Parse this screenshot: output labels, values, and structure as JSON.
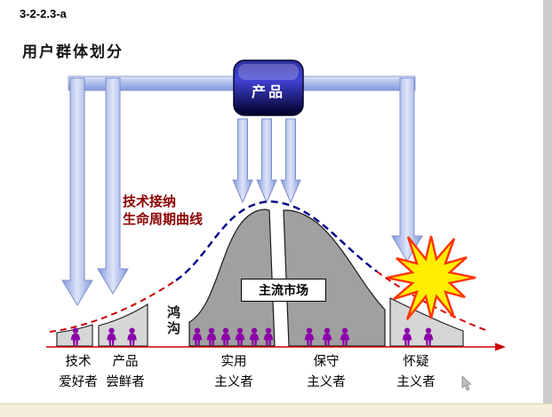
{
  "slide": {
    "code": "3-2-2.3-a",
    "title": "用户群体划分"
  },
  "product": {
    "label": "产品"
  },
  "curve_label": {
    "line1": "技术接纳",
    "line2": "生命周期曲线"
  },
  "chasm": {
    "label": "鸿沟"
  },
  "mainstream": {
    "label": "主流市场"
  },
  "groups": [
    {
      "line1": "技术",
      "line2": "爱好者",
      "people": 1
    },
    {
      "line1": "产品",
      "line2": "尝鲜者",
      "people": 2
    },
    {
      "line1": "实用",
      "line2": "主义者",
      "people": 6
    },
    {
      "line1": "保守",
      "line2": "主义者",
      "people": 3
    },
    {
      "line1": "怀疑",
      "line2": "主义者",
      "people": 2
    }
  ],
  "colors": {
    "curve_red": "#cc0000",
    "curve_blue": "#00008b",
    "people_purple": "#8b00a8",
    "starburst_yellow": "#ffee00",
    "starburst_outline": "#ff3300",
    "arrow_fill": "#a9b9e8",
    "product_navy": "#1c1c8e",
    "curve_label_maroon": "#8b0000",
    "segment_light_gray": "#d6d6d6",
    "segment_dark_gray": "#a0a0a0",
    "footer_strip": "#f3efda"
  }
}
